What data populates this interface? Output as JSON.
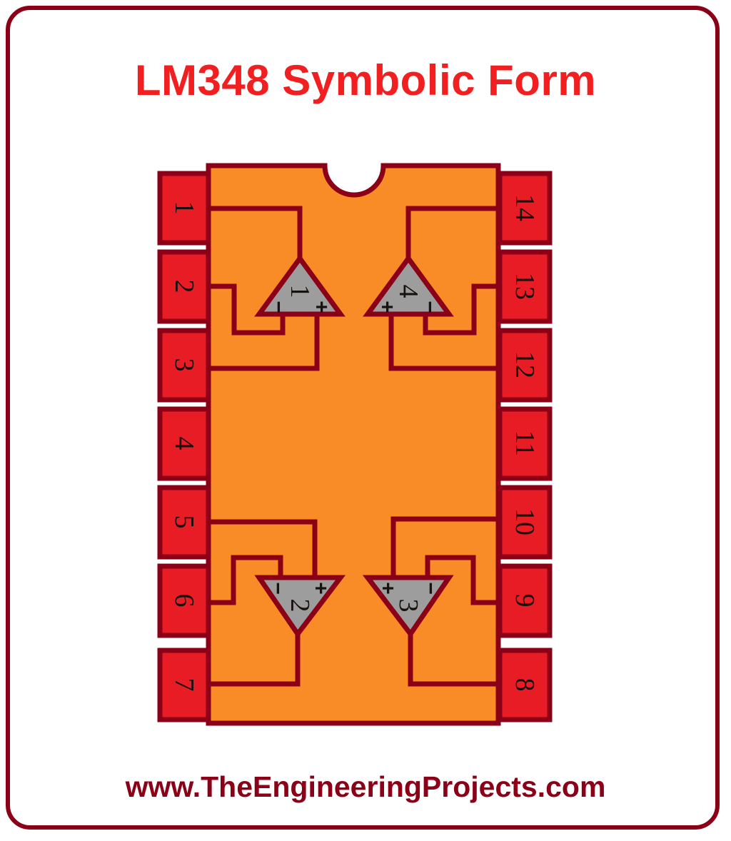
{
  "page": {
    "title": "LM348 Symbolic Form",
    "footer": "www.TheEngineeringProjects.com",
    "background": "#ffffff"
  },
  "colors": {
    "frame_border": "#8B0017",
    "title_text": "#F21F21",
    "footer_text": "#8B0017",
    "ic_body": "#FA8C28",
    "ic_outline": "#8B0017",
    "pin_fill": "#E81C24",
    "pin_outline": "#8B0017",
    "opamp_fill": "#9D9D9D",
    "opamp_outline": "#8B0017",
    "wire": "#8B0017",
    "label_text": "#18120E"
  },
  "chip": {
    "name": "LM348",
    "package": "DIP-14",
    "notch": "semicircular-notch-top-center",
    "pins_left": [
      {
        "number": "1"
      },
      {
        "number": "2"
      },
      {
        "number": "3"
      },
      {
        "number": "4"
      },
      {
        "number": "5"
      },
      {
        "number": "6"
      },
      {
        "number": "7"
      }
    ],
    "pins_right": [
      {
        "number": "14"
      },
      {
        "number": "13"
      },
      {
        "number": "12"
      },
      {
        "number": "11"
      },
      {
        "number": "10"
      },
      {
        "number": "9"
      },
      {
        "number": "8"
      }
    ]
  },
  "opamps": [
    {
      "label": "1",
      "orientation": "up",
      "position": "top-left",
      "left_sign": "−",
      "right_sign": "+",
      "output_pin": "1",
      "inverting_pin": "2",
      "noninverting_pin": "3"
    },
    {
      "label": "4",
      "orientation": "up",
      "position": "top-right",
      "left_sign": "+",
      "right_sign": "−",
      "output_pin": "14",
      "inverting_pin": "13",
      "noninverting_pin": "12"
    },
    {
      "label": "2",
      "orientation": "down",
      "position": "bottom-left",
      "left_sign": "−",
      "right_sign": "+",
      "output_pin": "7",
      "inverting_pin": "6",
      "noninverting_pin": "5"
    },
    {
      "label": "3",
      "orientation": "down",
      "position": "bottom-right",
      "left_sign": "+",
      "right_sign": "−",
      "output_pin": "8",
      "inverting_pin": "9",
      "noninverting_pin": "10"
    }
  ]
}
